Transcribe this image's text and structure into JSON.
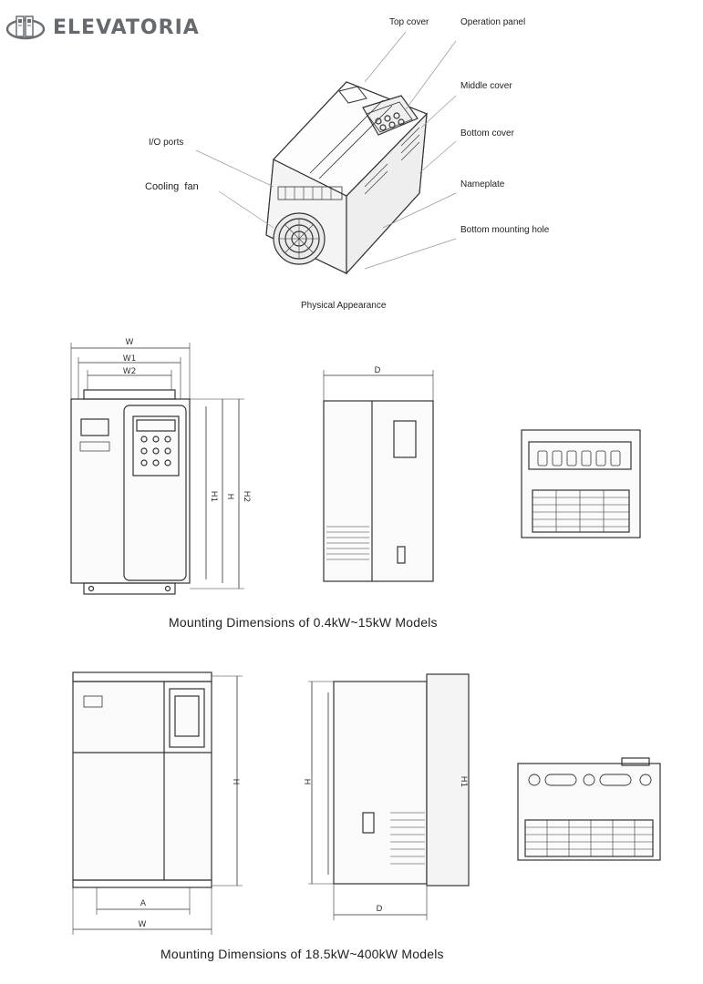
{
  "brand": {
    "name": "ELEVATORIA",
    "logo_icon": "elevator-logo-icon"
  },
  "physical": {
    "callouts": {
      "top_cover": "Top cover",
      "operation_panel": "Operation panel",
      "middle_cover": "Middle cover",
      "bottom_cover": "Bottom cover",
      "io_ports": "I/O ports",
      "cooling_fan": "Cooling  fan",
      "nameplate": "Nameplate",
      "bottom_mounting_hole": "Bottom mounting hole"
    },
    "caption": "Physical Appearance"
  },
  "small_models": {
    "caption": "Mounting Dimensions of 0.4kW~15kW Models",
    "labels": {
      "w": "W",
      "w1": "W1",
      "w2": "W2",
      "h": "H",
      "h1": "H1",
      "h2": "H2",
      "d": "D"
    }
  },
  "large_models": {
    "caption": "Mounting Dimensions of 18.5kW~400kW Models",
    "labels": {
      "a": "A",
      "w": "W",
      "h": "H",
      "h1": "H1",
      "d": "D"
    }
  }
}
